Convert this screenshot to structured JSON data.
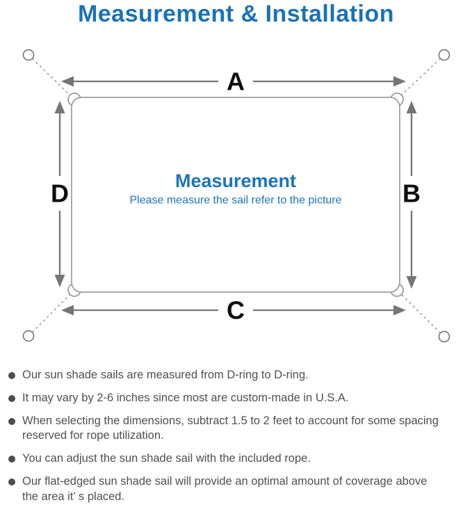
{
  "title": "Measurement & Installation",
  "diagram": {
    "center_title": "Measurement",
    "center_subtitle": "Please measure the sail refer to the picture",
    "labels": {
      "top": "A",
      "right": "B",
      "bottom": "C",
      "left": "D"
    }
  },
  "colors": {
    "accent_blue": "#1a74bc",
    "arrow_gray": "#757575",
    "sail_outline_gray": "#9e9e9e",
    "rope_gray": "#8a8a8a",
    "note_text_gray": "#4f4f4f"
  },
  "notes": [
    "Our sun shade sails are measured from D-ring to D-ring.",
    "It may vary by 2-6 inches since most are custom-made in U.S.A.",
    "When selecting the dimensions, subtract 1.5 to 2 feet to account for some spacing\nreserved for rope utilization.",
    "You can adjust the sun shade sail with the included rope.",
    "Our flat-edged sun shade sail will provide an optimal amount of coverage above\nthe area it’ s placed."
  ]
}
